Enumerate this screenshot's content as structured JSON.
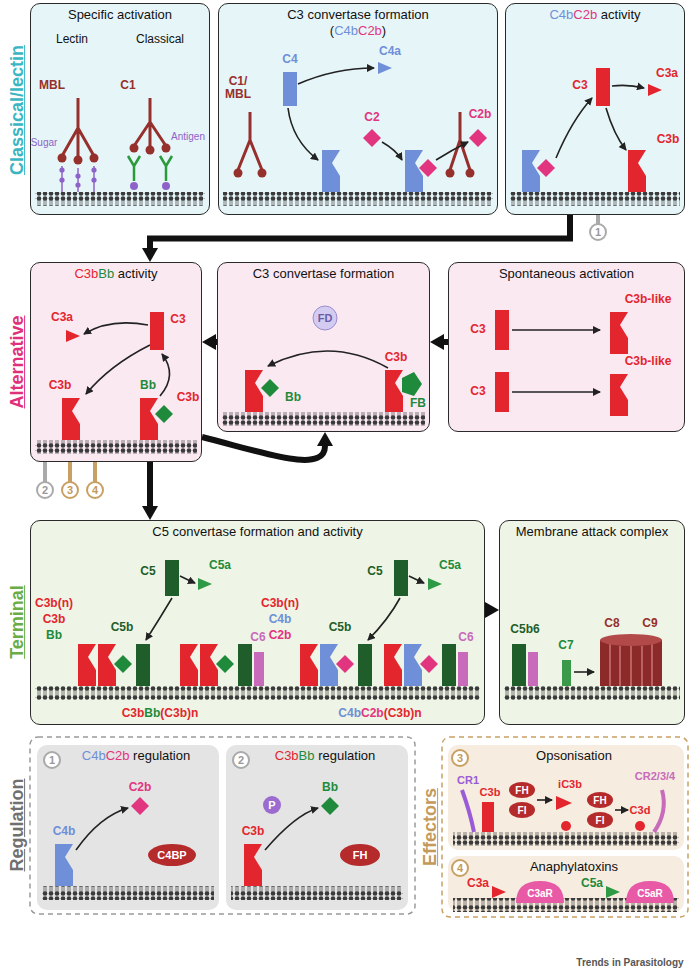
{
  "diagram": {
    "nodes": [
      {
        "text": [
          "Specific activation"
        ]
      },
      {
        "text": [
          "C3 convertase formation",
          "(C4bC2b)"
        ]
      },
      {
        "text": [
          "C4bC2b activity"
        ]
      },
      {
        "text": [
          "C3bBb activity"
        ]
      },
      {
        "text": [
          "C3 convertase formation"
        ]
      },
      {
        "text": [
          "Spontaneous activation"
        ]
      },
      {
        "text": [
          "C5 convertase formation and activity"
        ]
      },
      {
        "text": [
          "Membrane attack complex"
        ]
      },
      {
        "text": [
          "C4bC2b regulation"
        ]
      },
      {
        "text": [
          "C3bBb regulation"
        ]
      },
      {
        "text": [
          "Opsonisation"
        ]
      },
      {
        "text": [
          "Anaphylatoxins"
        ]
      }
    ],
    "edges": [
      {
        "from": 2,
        "to": 3,
        "arrow": "to"
      },
      {
        "from": 5,
        "to": 4,
        "arrow": "to"
      },
      {
        "from": 4,
        "to": 3,
        "arrow": "to"
      },
      {
        "from": 3,
        "to": 4,
        "arrow": "to"
      },
      {
        "from": 3,
        "to": 6,
        "arrow": "to"
      },
      {
        "from": 6,
        "to": 7,
        "arrow": "to"
      }
    ],
    "labels": [
      "Classical/lectin",
      "Alternative",
      "Terminal",
      "Regulation",
      "Effectors",
      "Lectin",
      "Classical",
      "MBL",
      "C1",
      "Sugar",
      "Antigen",
      "C1/ MBL",
      "C4",
      "C4a",
      "C2",
      "C2b",
      "C3",
      "C3a",
      "C3b",
      "1",
      "C3a",
      "C3",
      "C3b",
      "C3b",
      "Bb",
      "FD",
      "C3b",
      "FB",
      "Bb",
      "C3",
      "C3b-like",
      "C3",
      "C3b-like",
      "2",
      "3",
      "4",
      "C5",
      "C5a",
      "C3b(n)",
      "C3b",
      "Bb",
      "C5b",
      "C6",
      "C3bBb(C3b)n",
      "C5",
      "C5a",
      "C3b(n)",
      "C4b",
      "C2b",
      "C5b",
      "C6",
      "C4bC2b(C3b)n",
      "C5b6",
      "C7",
      "C8",
      "C9",
      "1",
      "C4b",
      "C2b",
      "C4BP",
      "2",
      "C3b",
      "Bb",
      "P",
      "FH",
      "3",
      "CR1",
      "C3b",
      "FH",
      "FI",
      "iC3b",
      "FH",
      "FI",
      "C3d",
      "CR2/3/4",
      "4",
      "C3a",
      "C3aR",
      "C5a",
      "C5aR",
      "Trends in Parasitology"
    ]
  }
}
